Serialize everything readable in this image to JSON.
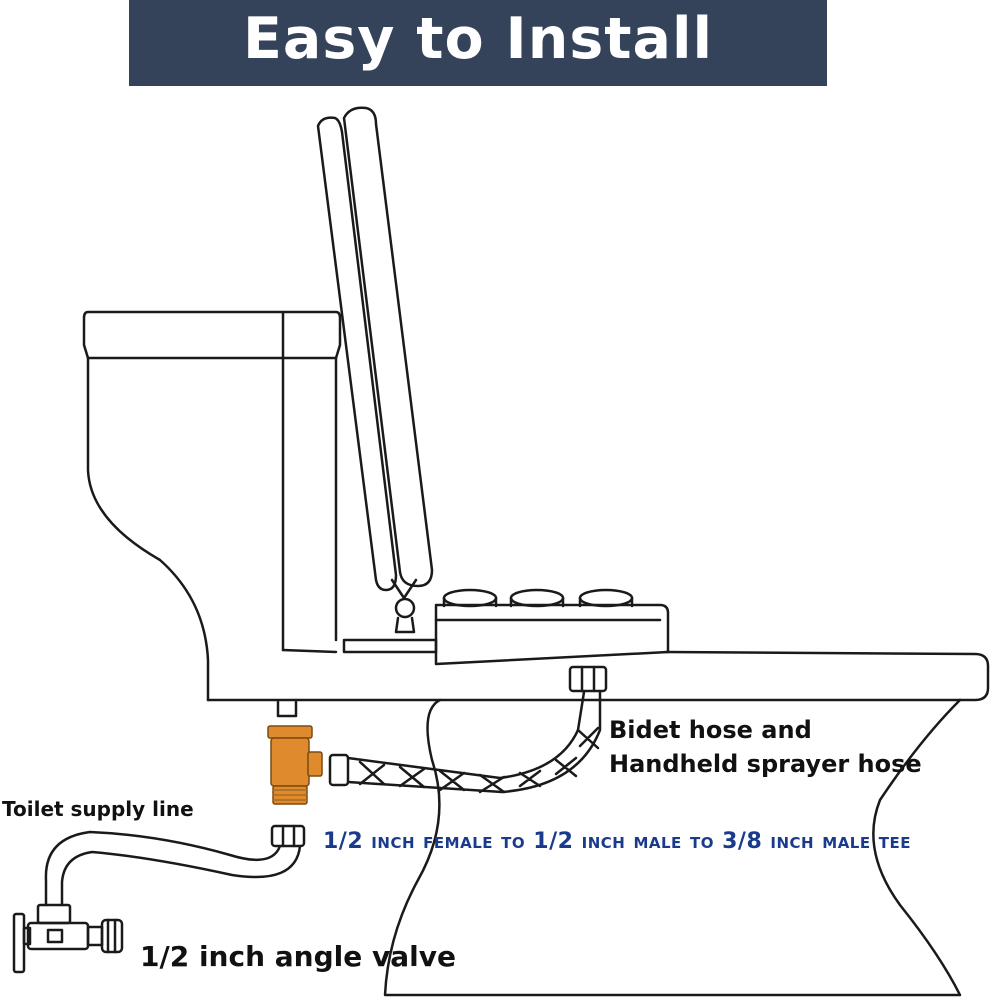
{
  "banner": {
    "title": "Easy to Install",
    "background": "#34425a",
    "text_color": "#ffffff"
  },
  "labels": {
    "bidet_hose_line1": "Bidet hose and",
    "bidet_hose_line2": "Handheld sprayer hose",
    "toilet_supply_line": "Toilet supply line",
    "tee_spec": "1/2 inch female to 1/2 inch male to 3/8 inch male tee",
    "angle_valve": "1/2 inch angle valve"
  },
  "colors": {
    "line_art": "#1a1a1a",
    "tee_brass": "#e08a2e",
    "tee_text": "#1a3a8c"
  },
  "icons": {
    "toilet": "toilet-line-drawing",
    "bidet_seat": "bidet-seat-attachment",
    "tee_fitting": "brass-tee-fitting",
    "angle_valve": "angle-valve",
    "hose": "braided-hose"
  }
}
